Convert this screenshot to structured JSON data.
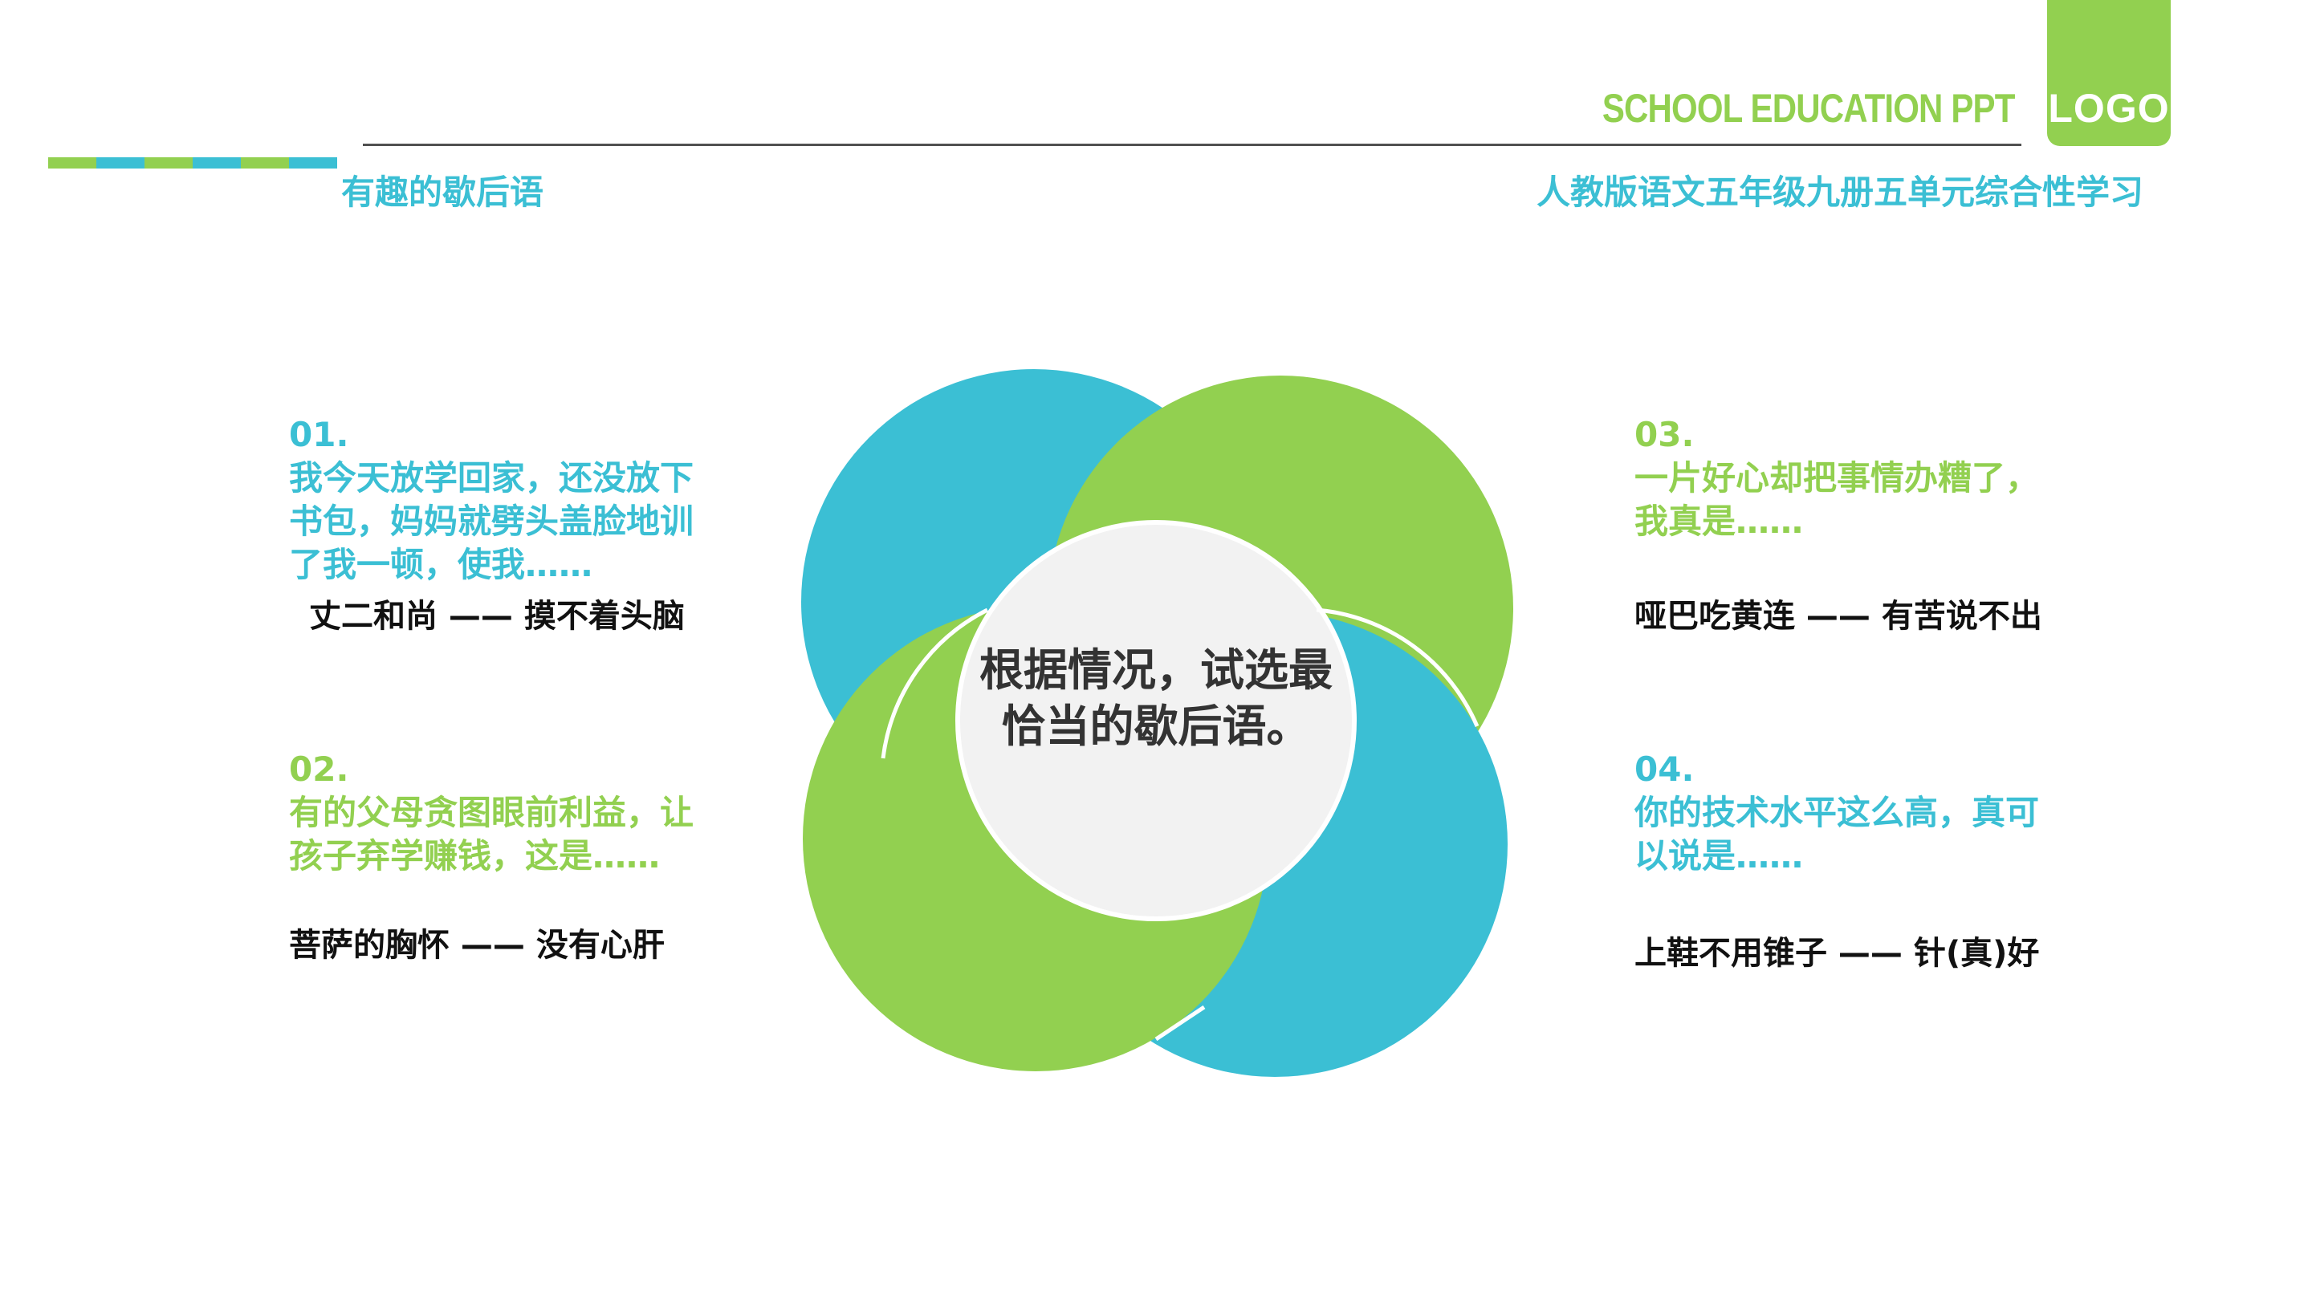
{
  "header": {
    "brand": "SCHOOL EDUCATION PPT",
    "logo": "LOGO",
    "left_title": "有趣的歇后语",
    "right_title": "人教版语文五年级九册五单元综合性学习"
  },
  "colors": {
    "blue": "#3bbfd4",
    "green": "#92d050",
    "center": "#f2f2f2",
    "dark_text": "#333333"
  },
  "center": {
    "line1": "根据情况，试选最",
    "line2": "恰当的歇后语。"
  },
  "items": [
    {
      "num": "01.",
      "question": " 我今天放学回家，还没放下\n书包，妈妈就劈头盖脸地训\n了我一顿，使我……",
      "answer": "丈二和尚  ——  摸不着头脑"
    },
    {
      "num": "02.",
      "question": "有的父母贪图眼前利益，让\n孩子弃学赚钱，这是……",
      "answer": "菩萨的胸怀  ——  没有心肝"
    },
    {
      "num": "03.",
      "question": " 一片好心却把事情办糟了，\n我真是……",
      "answer": "哑巴吃黄连  ——  有苦说不出"
    },
    {
      "num": "04.",
      "question": "你的技术水平这么高，真可\n以说是……",
      "answer": "上鞋不用锥子 ——  针(真)好"
    }
  ]
}
